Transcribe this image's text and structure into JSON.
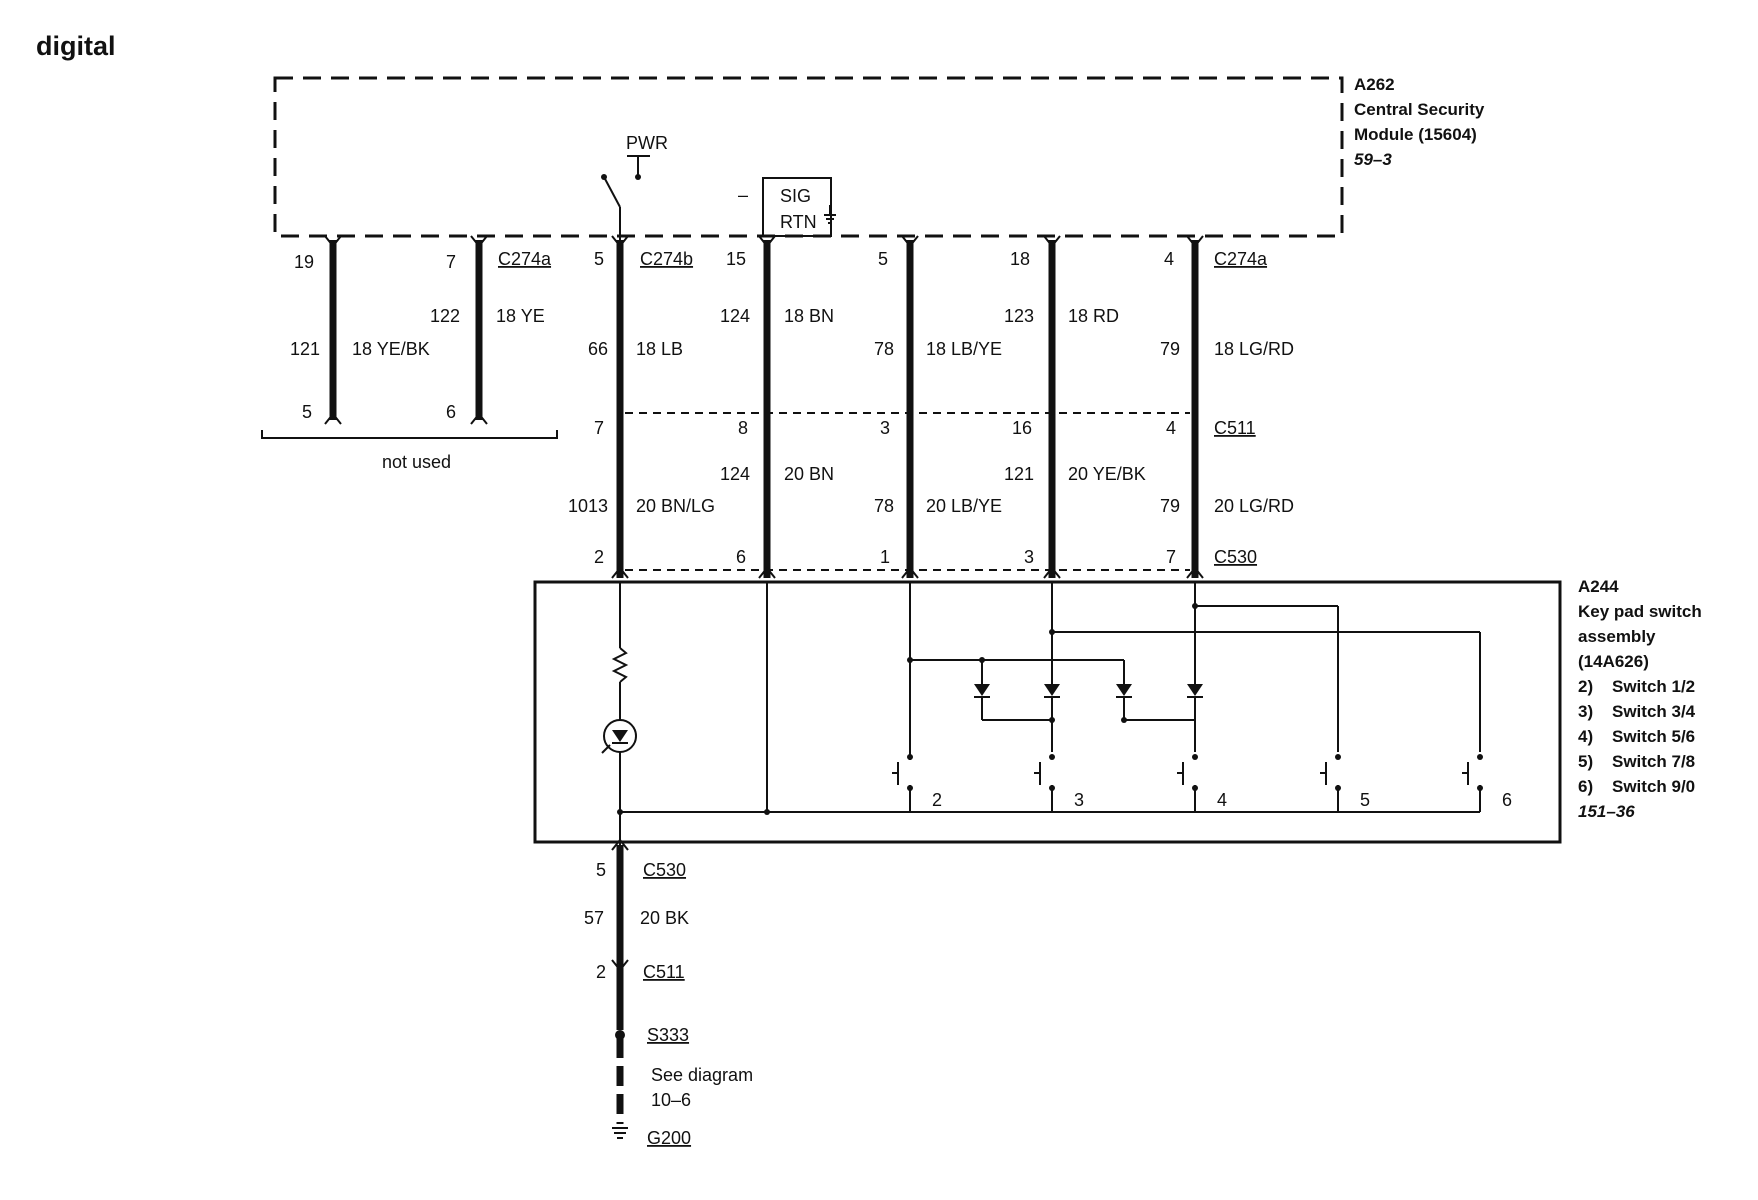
{
  "title": "digital",
  "module_a262": {
    "id": "A262",
    "name_line1": "Central Security",
    "name_line2": "Module (15604)",
    "ref": "59–3",
    "pwr": "PWR",
    "minus": "–",
    "sig": "SIG",
    "rtn": "RTN"
  },
  "assembly_a244": {
    "id": "A244",
    "name_line1": "Key pad switch",
    "name_line2": "assembly",
    "name_line3": "(14A626)",
    "switches": [
      {
        "num": "2)",
        "label": "Switch 1/2"
      },
      {
        "num": "3)",
        "label": "Switch 3/4"
      },
      {
        "num": "4)",
        "label": "Switch 5/6"
      },
      {
        "num": "5)",
        "label": "Switch 7/8"
      },
      {
        "num": "6)",
        "label": "Switch 9/0"
      }
    ],
    "ref": "151–36",
    "switch_numbers": [
      "2",
      "3",
      "4",
      "5",
      "6"
    ]
  },
  "connectors": {
    "c274a_left": "C274a",
    "c274b": "C274b",
    "c274a_right": "C274a",
    "c511_top": "C511",
    "c530_top": "C530",
    "c530_bottom": "C530",
    "c511_bottom": "C511",
    "s333": "S333",
    "g200": "G200"
  },
  "unused_wires": [
    {
      "pin_top": "19",
      "circuit": "121",
      "color": "18 YE/BK",
      "pin_bottom": "5"
    },
    {
      "pin_top": "7",
      "circuit": "122",
      "color": "18 YE",
      "pin_bottom": "6"
    }
  ],
  "not_used": "not used",
  "upper_wires": [
    {
      "pin_top": "5",
      "circuit": "66",
      "color": "18 LB"
    },
    {
      "pin_top": "15",
      "circuit": "124",
      "color": "18 BN"
    },
    {
      "pin_top": "5",
      "circuit": "78",
      "color": "18 LB/YE"
    },
    {
      "pin_top": "18",
      "circuit": "123",
      "color": "18 RD"
    },
    {
      "pin_top": "4",
      "circuit": "79",
      "color": "18 LG/RD"
    }
  ],
  "middle_wires": [
    {
      "pin_top": "7",
      "circuit": "1013",
      "color": "20 BN/LG",
      "pin_bottom": "2"
    },
    {
      "pin_top": "8",
      "circuit": "124",
      "color": "20 BN",
      "pin_bottom": "6"
    },
    {
      "pin_top": "3",
      "circuit": "78",
      "color": "20 LB/YE",
      "pin_bottom": "1"
    },
    {
      "pin_top": "16",
      "circuit": "121",
      "color": "20 YE/BK",
      "pin_bottom": "3"
    },
    {
      "pin_top": "4",
      "circuit": "79",
      "color": "20 LG/RD",
      "pin_bottom": "7"
    }
  ],
  "ground_wire": {
    "pin_c530": "5",
    "circuit": "57",
    "color": "20 BK",
    "pin_c511": "2",
    "see_line1": "See diagram",
    "see_line2": "10–6"
  }
}
